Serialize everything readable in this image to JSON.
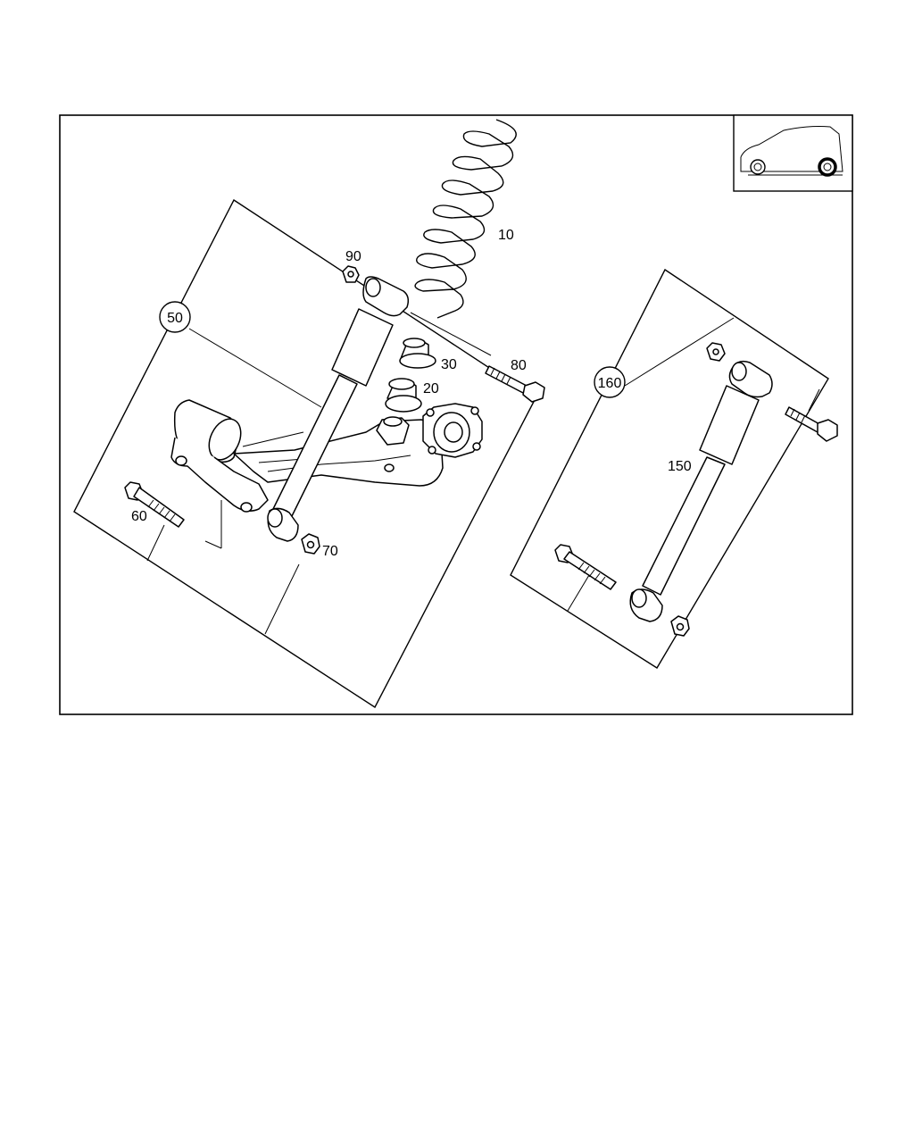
{
  "callouts": {
    "c10": "10",
    "c20": "20",
    "c30": "30",
    "c50": "50",
    "c60": "60",
    "c70": "70",
    "c80": "80",
    "c90": "90",
    "c150": "150",
    "c160": "160"
  },
  "icons": {
    "vehicle": "car-side-rear-axle-icon"
  },
  "colors": {
    "line": "#000000",
    "background": "#ffffff"
  }
}
